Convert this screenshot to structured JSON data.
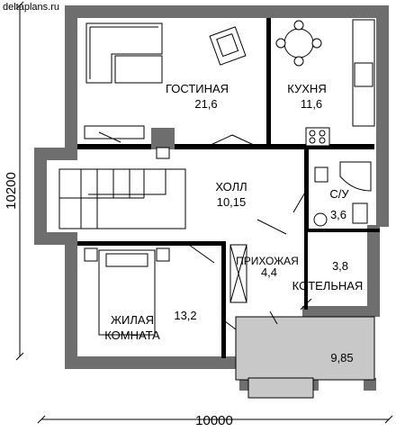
{
  "site": {
    "watermark": "deltaplans.ru"
  },
  "rooms": [
    {
      "id": "living",
      "name": "ГОСТИНАЯ",
      "area": "21,6"
    },
    {
      "id": "kitchen",
      "name": "КУХНЯ",
      "area": "11,6"
    },
    {
      "id": "hall",
      "name": "ХОЛЛ",
      "area": "10,15"
    },
    {
      "id": "bath",
      "name": "С/У",
      "area": "3,6"
    },
    {
      "id": "entry",
      "name": "ПРИХОЖАЯ",
      "area": "4,4"
    },
    {
      "id": "boiler",
      "name": "КОТЕЛЬНАЯ",
      "area": "3,8"
    },
    {
      "id": "bedroom",
      "name_line1": "ЖИЛАЯ",
      "name_line2": "КОМНАТА",
      "area": "13,2"
    },
    {
      "id": "porch",
      "area": "9,85"
    }
  ],
  "dimensions": {
    "width": "10000",
    "height": "10200"
  },
  "colors": {
    "wall": "#6e6e6e",
    "porch": "#c8c8c8",
    "line": "#000000"
  }
}
